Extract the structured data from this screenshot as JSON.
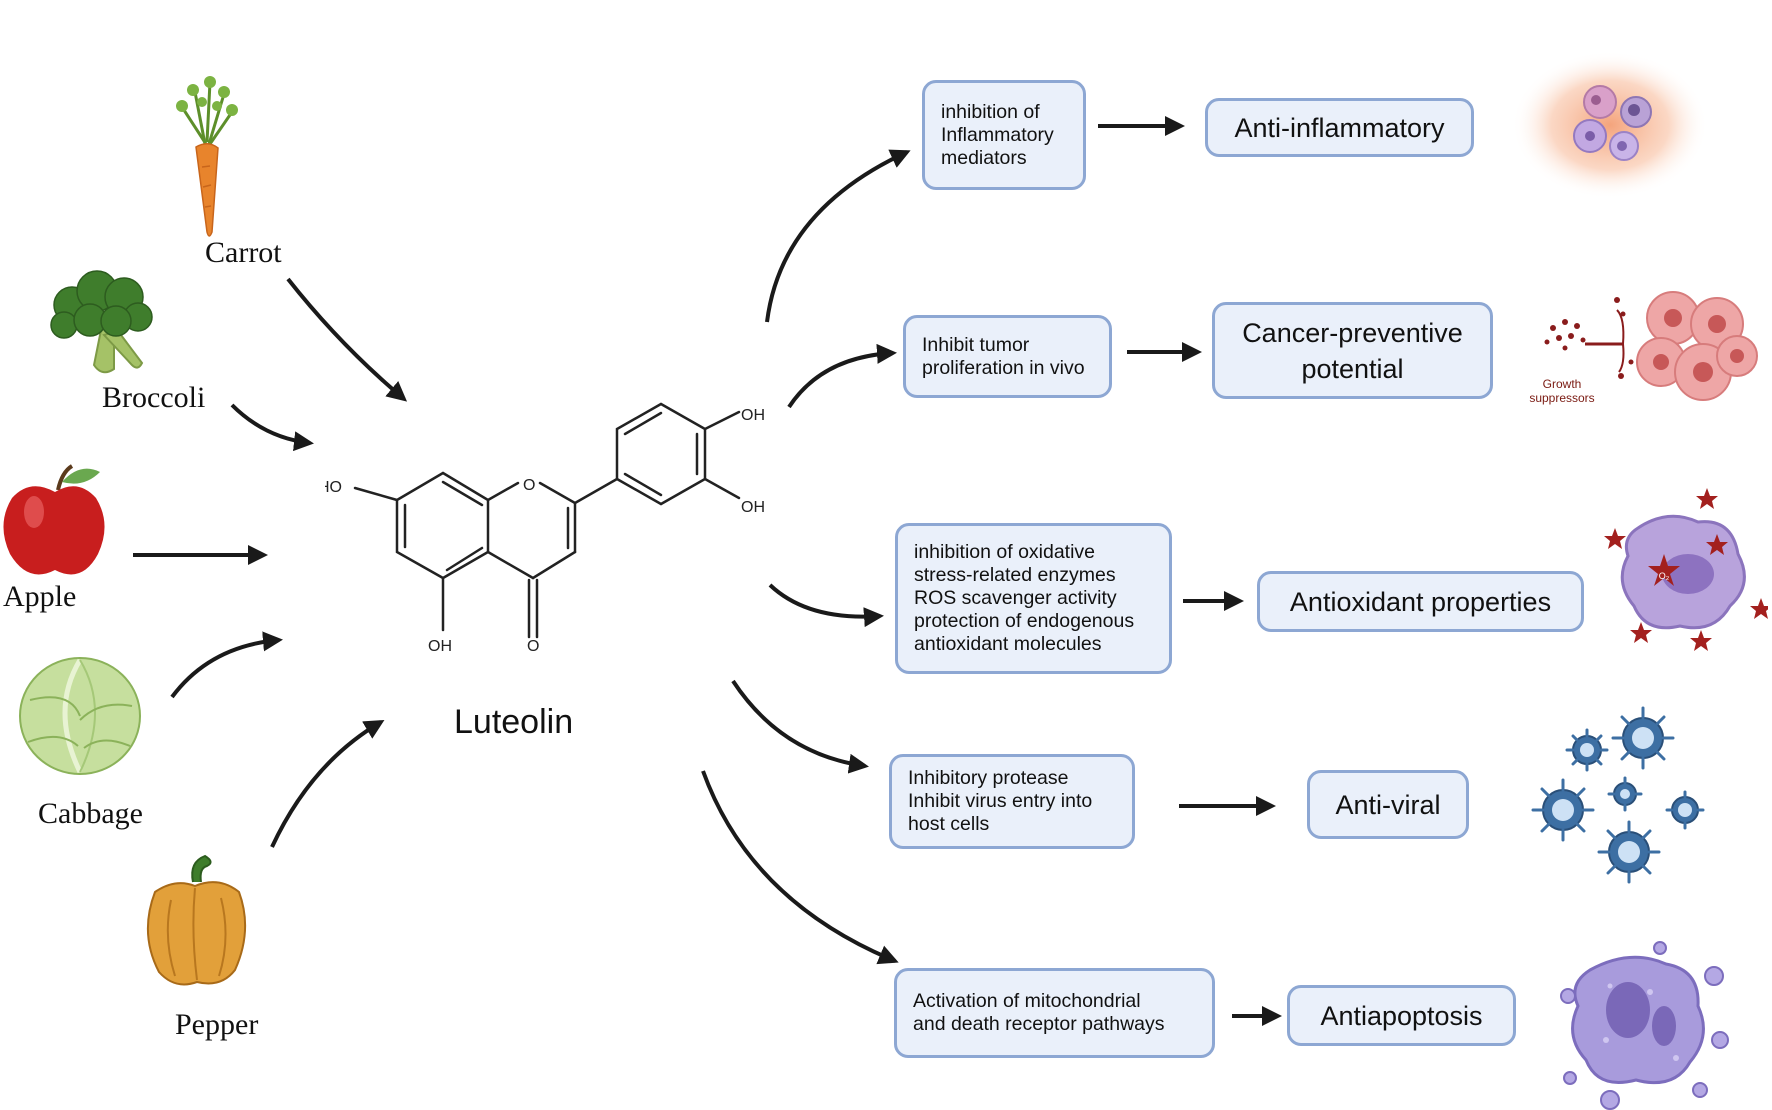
{
  "foods": [
    {
      "name": "Carrot",
      "icon": "carrot-icon"
    },
    {
      "name": "Broccoli",
      "icon": "broccoli-icon"
    },
    {
      "name": "Apple",
      "icon": "apple-icon"
    },
    {
      "name": "Cabbage",
      "icon": "cabbage-icon"
    },
    {
      "name": "Pepper",
      "icon": "pepper-icon"
    }
  ],
  "compound": {
    "name": "Luteolin",
    "atom_labels": {
      "ho_left": "HO",
      "ring_o": "O",
      "oh_top": "OH",
      "oh_right": "OH",
      "oh_bottom": "OH",
      "carbonyl_o": "O"
    }
  },
  "pathways": [
    {
      "mechanism_lines": [
        "inhibition of",
        "Inflammatory",
        "mediators"
      ],
      "effect_lines": [
        "Anti-inflammatory"
      ],
      "icon": "inflammatory-cells-icon"
    },
    {
      "mechanism_lines": [
        "Inhibit tumor",
        "proliferation in vivo"
      ],
      "effect_lines": [
        "Cancer-preventive",
        "potential"
      ],
      "icon": "tumor-cells-icon",
      "icon_caption_lines": [
        "Growth",
        "suppressors"
      ]
    },
    {
      "mechanism_lines": [
        "inhibition of oxidative",
        "stress-related enzymes",
        "ROS scavenger activity",
        "protection of endogenous",
        "antioxidant molecules"
      ],
      "effect_lines": [
        "Antioxidant properties"
      ],
      "icon": "oxidative-stress-cell-icon",
      "icon_text": "O₂"
    },
    {
      "mechanism_lines": [
        "Inhibitory protease",
        "Inhibit virus entry into",
        "host cells"
      ],
      "effect_lines": [
        "Anti-viral"
      ],
      "icon": "virus-icon"
    },
    {
      "mechanism_lines": [
        "Activation of mitochondrial",
        "and death receptor pathways"
      ],
      "effect_lines": [
        "Antiapoptosis"
      ],
      "icon": "apoptotic-cell-icon"
    }
  ],
  "colors": {
    "box_fill": "#eaf0fa",
    "box_border": "#8da7d3",
    "arrow": "#1a1a1a",
    "virus": "#3d6fa3",
    "tumor": "#e58f8f",
    "inflammation_glow": "#f39a6e",
    "apoptotic_cell": "#9b8fd0",
    "ros_star": "#a3201e"
  }
}
